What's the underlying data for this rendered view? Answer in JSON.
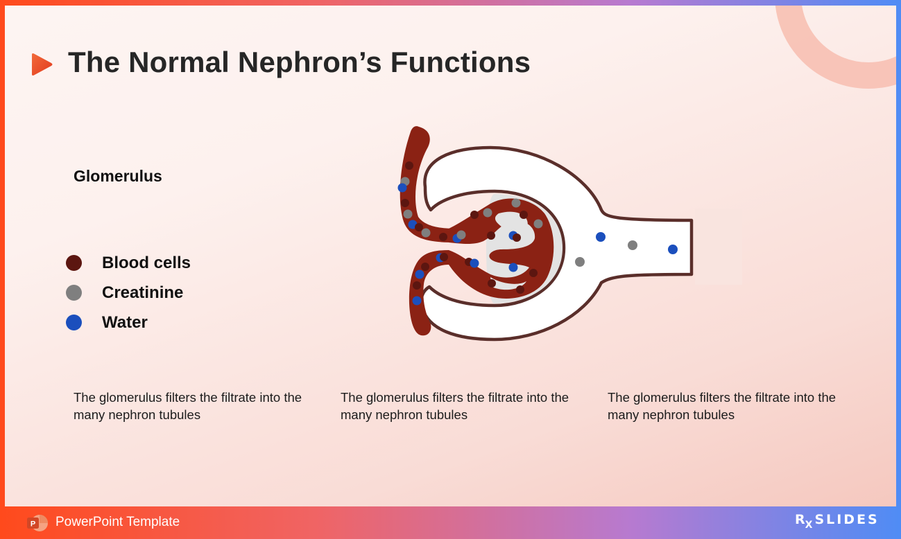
{
  "slide": {
    "title": "The Normal Nephron’s Functions"
  },
  "diagram": {
    "heading": "Glomerulus",
    "legend": [
      {
        "label": "Blood cells",
        "color": "#5c1610"
      },
      {
        "label": "Creatinine",
        "color": "#7f7f7f"
      },
      {
        "label": "Water",
        "color": "#1b4fbd"
      }
    ],
    "colors": {
      "vessel": "#8b2214",
      "capsule_outline": "#5a2e2a",
      "inner": "#e3e3e3"
    }
  },
  "captions": [
    "The glomerulus filters the filtrate into the many nephron tubules",
    "The glomerulus filters the filtrate into the many nephron tubules",
    "The glomerulus filters the filtrate into the many nephron tubules"
  ],
  "footer": {
    "template_label": "PowerPoint Template",
    "brand_main": "R",
    "brand_sub": "X",
    "brand_rest": "SLIDES"
  }
}
